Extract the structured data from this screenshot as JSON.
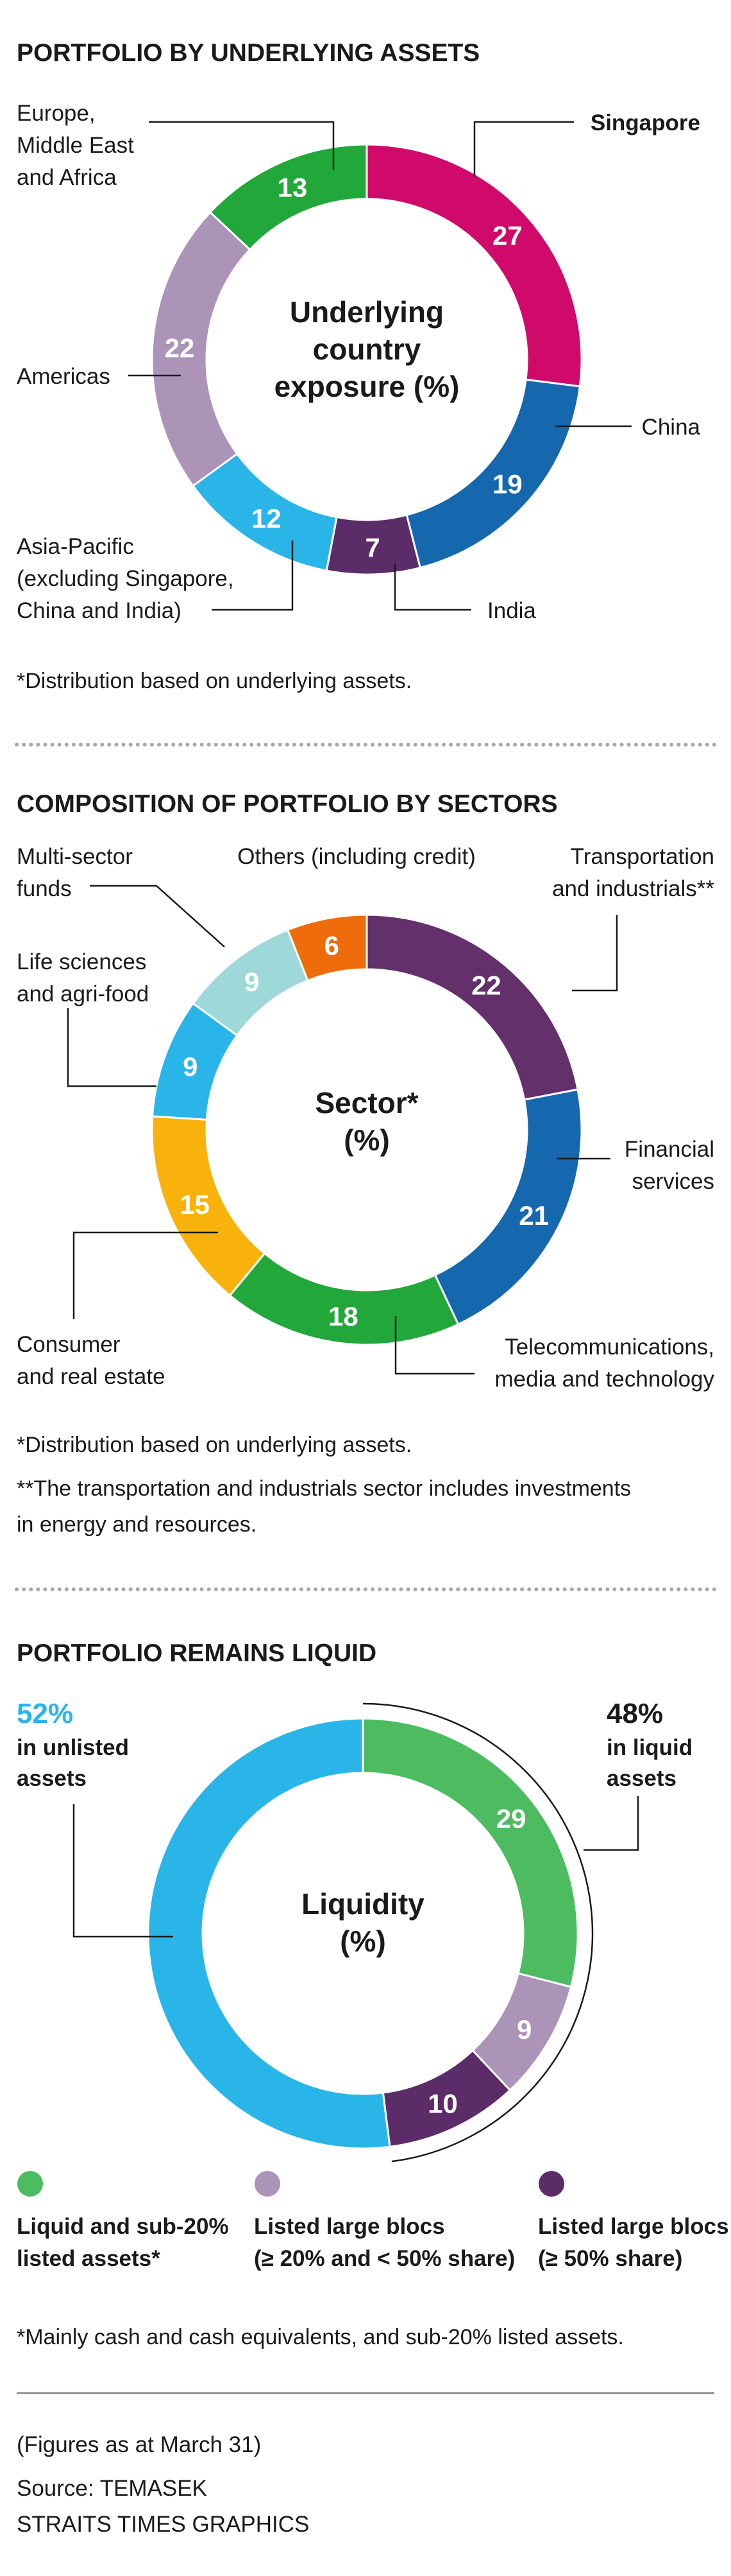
{
  "colors": {
    "singapore": "#cf0a6a",
    "china": "#1668ae",
    "india": "#5c2c68",
    "asia_pacific": "#29b5e8",
    "americas": "#ac93b8",
    "europe": "#22a83a",
    "transportation": "#63306b",
    "financial": "#1668ae",
    "telecom": "#22a83a",
    "consumer": "#f9b20b",
    "life_sciences": "#29b5e8",
    "multi_sector": "#9ed8d8",
    "others": "#ee6c0c",
    "liquid": "#4dbb60",
    "blocs_20_50": "#ac93b8",
    "blocs_50": "#5c2c68",
    "unlisted": "#29b5e8",
    "highlight": "#29b5e8",
    "dots": "#a8a8a8"
  },
  "chart_data": [
    {
      "type": "pie",
      "title": "PORTFOLIO BY UNDERLYING ASSETS",
      "center_label": [
        "Underlying",
        "country",
        "exposure (%)"
      ],
      "slices": [
        {
          "key": "singapore",
          "label": "Singapore",
          "value": 27,
          "color": "#cf0a6a",
          "bold": true
        },
        {
          "key": "china",
          "label": "China",
          "value": 19,
          "color": "#1668ae"
        },
        {
          "key": "india",
          "label": "India",
          "value": 7,
          "color": "#5c2c68"
        },
        {
          "key": "asia_pacific",
          "label": "Asia-Pacific (excluding Singapore, China and India)",
          "value": 12,
          "color": "#29b5e8"
        },
        {
          "key": "americas",
          "label": "Americas",
          "value": 22,
          "color": "#ac93b8"
        },
        {
          "key": "europe",
          "label": "Europe, Middle East and Africa",
          "value": 13,
          "color": "#22a83a"
        }
      ],
      "label_lines": {
        "singapore": [
          "Singapore"
        ],
        "china": [
          "China"
        ],
        "india": [
          "India"
        ],
        "asia_pacific": [
          "Asia-Pacific",
          "(excluding Singapore,",
          "China and India)"
        ],
        "americas": [
          "Americas"
        ],
        "europe": [
          "Europe,",
          "Middle East",
          "and Africa"
        ]
      },
      "notes": [
        "*Distribution based on underlying assets."
      ]
    },
    {
      "type": "pie",
      "title": "COMPOSITION OF PORTFOLIO BY SECTORS",
      "center_label": [
        "Sector*",
        "(%)"
      ],
      "slices": [
        {
          "key": "transportation",
          "label": "Transportation and industrials**",
          "value": 22,
          "color": "#63306b"
        },
        {
          "key": "financial",
          "label": "Financial services",
          "value": 21,
          "color": "#1668ae"
        },
        {
          "key": "telecom",
          "label": "Telecommunications, media and technology",
          "value": 18,
          "color": "#22a83a"
        },
        {
          "key": "consumer",
          "label": "Consumer and real estate",
          "value": 15,
          "color": "#f9b20b"
        },
        {
          "key": "life_sciences",
          "label": "Life sciences and agri-food",
          "value": 9,
          "color": "#29b5e8"
        },
        {
          "key": "multi_sector",
          "label": "Multi-sector funds",
          "value": 9,
          "color": "#9ed8d8"
        },
        {
          "key": "others",
          "label": "Others (including credit)",
          "value": 6,
          "color": "#ee6c0c"
        }
      ],
      "label_lines": {
        "transportation": [
          "Transportation",
          "and industrials**"
        ],
        "financial": [
          "Financial",
          "services"
        ],
        "telecom": [
          "Telecommunications,",
          "media and technology"
        ],
        "consumer": [
          "Consumer",
          "and real estate"
        ],
        "life_sciences": [
          "Life sciences",
          "and agri-food"
        ],
        "multi_sector": [
          "Multi-sector",
          "funds"
        ],
        "others": [
          "Others (including credit)"
        ]
      },
      "notes": [
        "*Distribution based on underlying assets.",
        "**The transportation and industrials sector includes investments",
        "in energy and resources."
      ]
    },
    {
      "type": "pie",
      "title": "PORTFOLIO REMAINS LIQUID",
      "center_label": [
        "Liquidity",
        "(%)"
      ],
      "slices": [
        {
          "key": "liquid",
          "label": "Liquid and sub-20% listed assets*",
          "value": 29,
          "color": "#4dbb60"
        },
        {
          "key": "blocs_20_50",
          "label": "Listed large blocs (≥ 20% and < 50% share)",
          "value": 9,
          "color": "#ac93b8"
        },
        {
          "key": "blocs_50",
          "label": "Listed large blocs (≥ 50% share)",
          "value": 10,
          "color": "#5c2c68"
        },
        {
          "key": "unlisted",
          "label": "Unlisted assets",
          "value": 52,
          "color": "#29b5e8",
          "hide_value": true
        }
      ],
      "callouts": {
        "unlisted": {
          "pct": "52%",
          "lines": [
            "in unlisted",
            "assets"
          ]
        },
        "liquid": {
          "pct": "48%",
          "lines": [
            "in liquid",
            "assets"
          ]
        }
      },
      "legend": [
        {
          "key": "liquid",
          "color": "#4dbb60",
          "lines": [
            "Liquid and sub-20%",
            "listed assets*"
          ]
        },
        {
          "key": "blocs_20_50",
          "color": "#ac93b8",
          "lines": [
            "Listed large blocs",
            "(≥ 20% and < 50% share)"
          ]
        },
        {
          "key": "blocs_50",
          "color": "#5c2c68",
          "lines": [
            "Listed large blocs",
            "(≥ 50% share)"
          ]
        }
      ],
      "notes": [
        "*Mainly cash and cash equivalents, and sub-20% listed assets."
      ]
    }
  ],
  "footer": {
    "date_note": "(Figures as at March 31)",
    "source": "Source: TEMASEK",
    "credit": "STRAITS TIMES GRAPHICS"
  }
}
